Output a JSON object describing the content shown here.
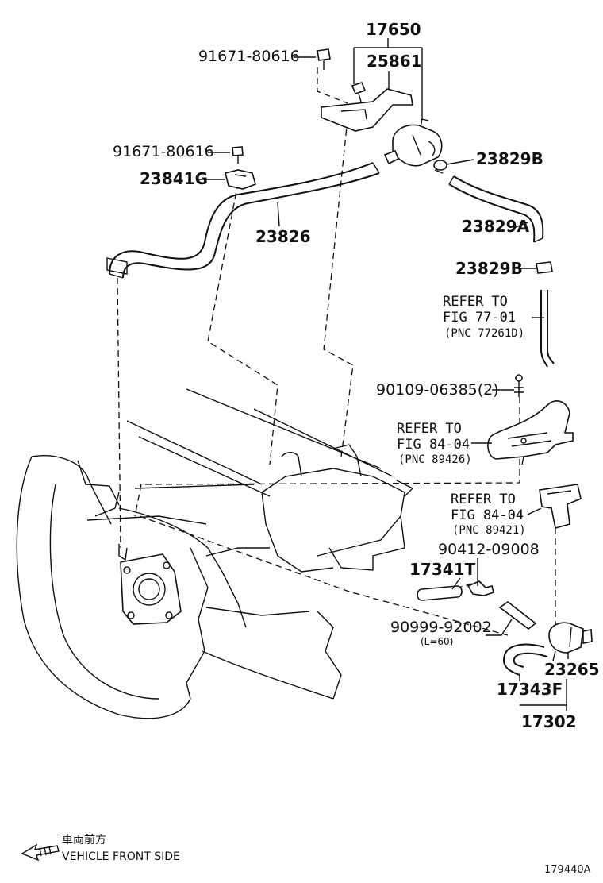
{
  "parts": {
    "p17650": "17650",
    "p25861": "25861",
    "p91671_a": "91671-80616",
    "p91671_b": "91671-80616",
    "p23841G": "23841G",
    "p23826": "23826",
    "p23829B_a": "23829B",
    "p23829A": "23829A",
    "p23829B_b": "23829B",
    "p90109": "90109-06385(2)",
    "p90412": "90412-09008",
    "p17341T": "17341T",
    "p90999": "90999-92002",
    "p90999_len": "(L=60)",
    "p23265": "23265",
    "p17343F": "17343F",
    "p17302": "17302"
  },
  "refs": [
    {
      "line1": "REFER TO",
      "line2": "FIG 77-01",
      "pnc": "(PNC 77261D)"
    },
    {
      "line1": "REFER TO",
      "line2": "FIG 84-04",
      "pnc": "(PNC 89426)"
    },
    {
      "line1": "REFER TO",
      "line2": "FIG 84-04",
      "pnc": "(PNC 89421)"
    }
  ],
  "footer": {
    "direction_jp": "車両前方",
    "direction_en": "VEHICLE FRONT SIDE",
    "figure_id": "179440A"
  },
  "icons": {
    "front_arrow": "arrow-left-icon"
  }
}
